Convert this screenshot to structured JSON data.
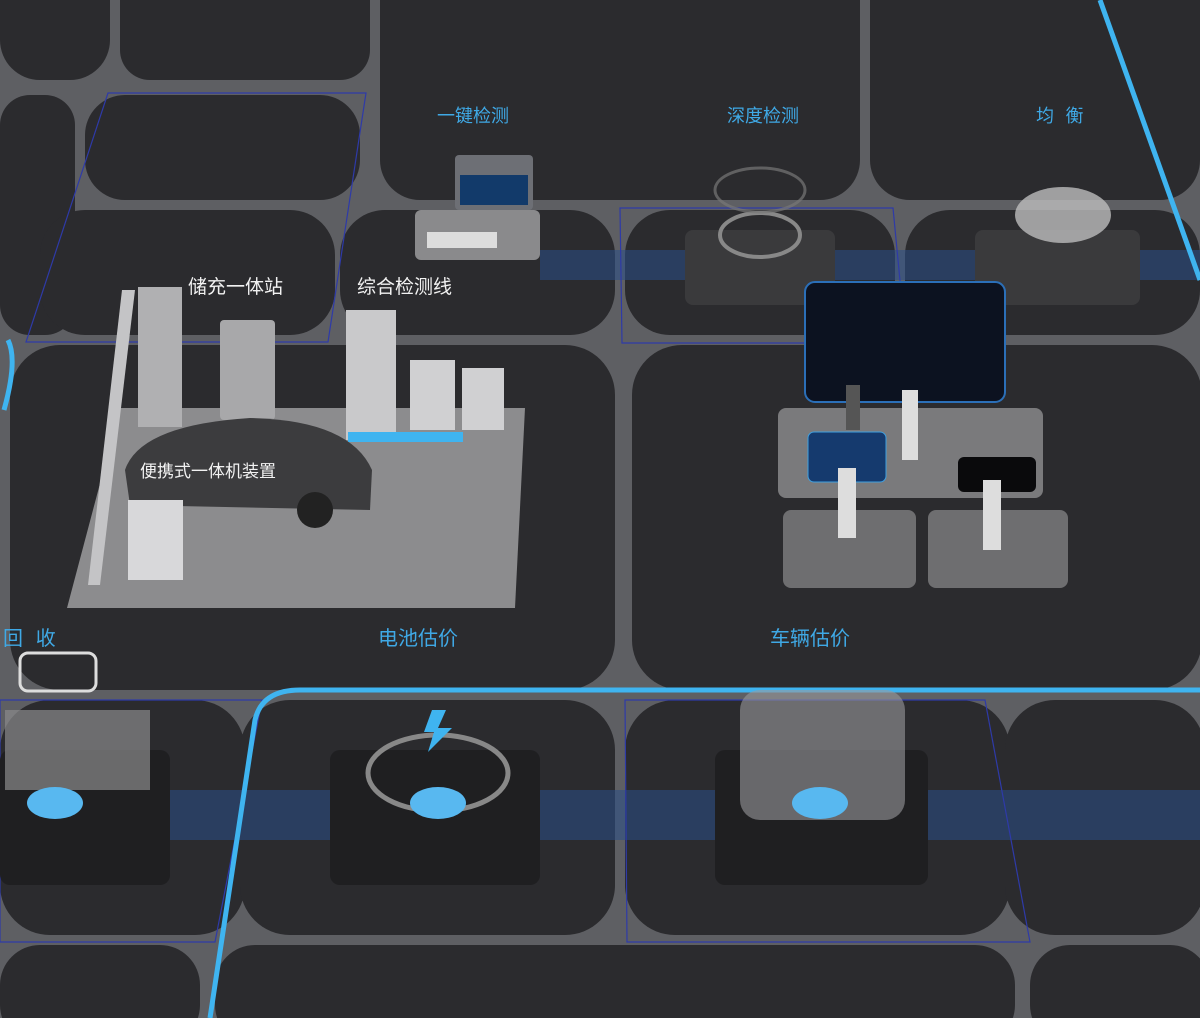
{
  "colors": {
    "tile": "#2b2b2e",
    "road": "#5e5f63",
    "accent_line": "#3fb4f0",
    "label_blue": "#3fa9e6",
    "selection_outline": "#2e3aa8"
  },
  "stations": {
    "one_key_test": "一键检测",
    "deep_test": "深度检测",
    "balance": "均  衡",
    "storage_charging": "储充一体站",
    "inspection_line": "综合检测线",
    "portable_unit": "便携式一体机装置",
    "recycle": "回  收",
    "battery_valuation": "电池估价",
    "vehicle_valuation": "车辆估价"
  }
}
